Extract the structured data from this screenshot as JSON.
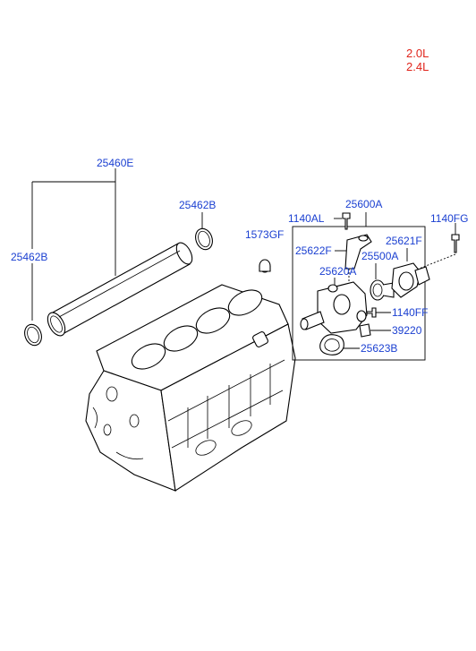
{
  "variants": [
    "2.0L",
    "2.4L"
  ],
  "labels": {
    "water_pipe": "25460E",
    "o_ring_rear": "25462B",
    "o_ring_front": "25462B",
    "plug": "1573GF",
    "thermostat_assy": "25600A",
    "bolt_top": "1140AL",
    "bolt_right": "1140FG",
    "fitting": "25622F",
    "housing": "25620A",
    "thermostat": "25500A",
    "cover": "25621F",
    "bolt_lower": "1140FF",
    "sensor": "39220",
    "gasket": "25623B"
  }
}
